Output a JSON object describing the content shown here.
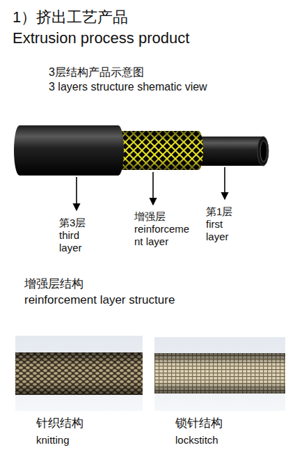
{
  "diagram": {
    "title": "1）挤出工艺产品",
    "nodes": [
      {
        "text": [
          "针织结构",
          "knitting"
        ]
      },
      {
        "text": [
          "锁针结构",
          "lockstitch"
        ]
      }
    ],
    "labels": [
      "Extrusion process product",
      "3层结构产品示意图",
      "3 layers structure shematic view",
      "第3层",
      "third layer",
      "增强层",
      "reinforcement layer",
      "第1层",
      "first layer",
      "增强层结构",
      "reinforcement layer structure"
    ]
  }
}
